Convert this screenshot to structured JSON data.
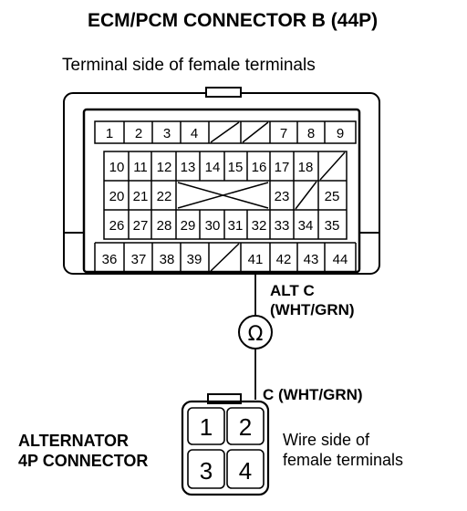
{
  "title": "ECM/PCM CONNECTOR B (44P)",
  "subtitle": "Terminal side of female terminals",
  "ecm_terminals": {
    "row1": [
      "1",
      "2",
      "3",
      "4",
      "7",
      "8",
      "9"
    ],
    "row2": [
      "10",
      "11",
      "12",
      "13",
      "14",
      "15",
      "16",
      "17",
      "18"
    ],
    "row3": [
      "20",
      "21",
      "22",
      "23",
      "25"
    ],
    "row4": [
      "26",
      "27",
      "28",
      "29",
      "30",
      "31",
      "32",
      "33",
      "34",
      "35"
    ],
    "row5": [
      "36",
      "37",
      "38",
      "39",
      "41",
      "42",
      "43",
      "44"
    ]
  },
  "meter_symbol": "Ω",
  "alt_c_label": "ALT C",
  "alt_c_wire": "(WHT/GRN)",
  "c_wire_label": "C (WHT/GRN)",
  "alternator_label_line1": "ALTERNATOR",
  "alternator_label_line2": "4P CONNECTOR",
  "alternator_terminals": [
    "1",
    "2",
    "3",
    "4"
  ],
  "wire_side_line1": "Wire side of",
  "wire_side_line2": "female terminals"
}
